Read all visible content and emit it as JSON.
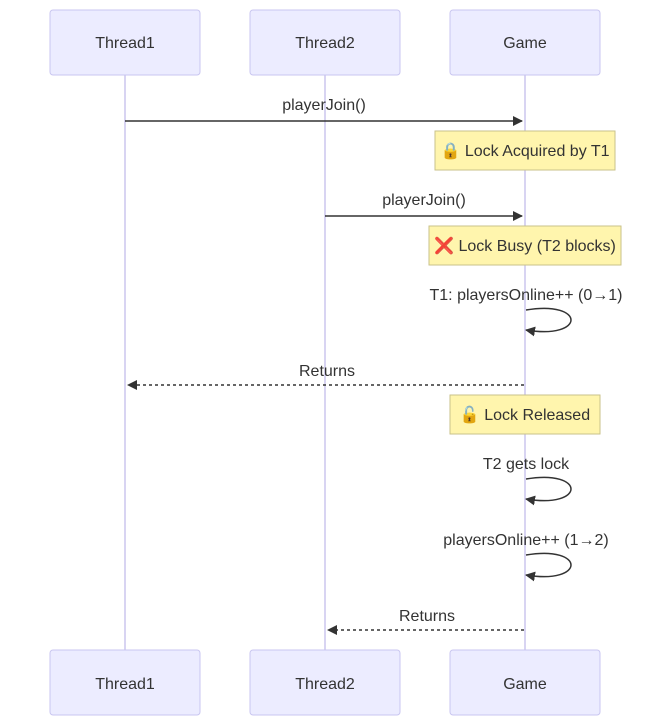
{
  "participants": [
    {
      "id": "t1",
      "label": "Thread1"
    },
    {
      "id": "t2",
      "label": "Thread2"
    },
    {
      "id": "game",
      "label": "Game"
    }
  ],
  "messages": [
    {
      "id": "m1",
      "from": "t1",
      "to": "game",
      "label": "playerJoin()",
      "style": "solid"
    },
    {
      "id": "n1",
      "note": true,
      "over": "game",
      "label": "🔒 Lock Acquired by T1"
    },
    {
      "id": "m2",
      "from": "t2",
      "to": "game",
      "label": "playerJoin()",
      "style": "solid"
    },
    {
      "id": "n2",
      "note": true,
      "over": "game",
      "label": "❌ Lock Busy (T2 blocks)"
    },
    {
      "id": "m3",
      "from": "game",
      "to": "game",
      "label": "T1: playersOnline++ (0→1)",
      "style": "solid"
    },
    {
      "id": "m4",
      "from": "game",
      "to": "t1",
      "label": "Returns",
      "style": "dashed"
    },
    {
      "id": "n3",
      "note": true,
      "over": "game",
      "label": "🔓 Lock Released"
    },
    {
      "id": "m5",
      "from": "game",
      "to": "game",
      "label": "T2 gets lock",
      "style": "solid"
    },
    {
      "id": "m6",
      "from": "game",
      "to": "game",
      "label": "playersOnline++ (1→2)",
      "style": "solid"
    },
    {
      "id": "m7",
      "from": "game",
      "to": "t2",
      "label": "Returns",
      "style": "dashed"
    }
  ]
}
